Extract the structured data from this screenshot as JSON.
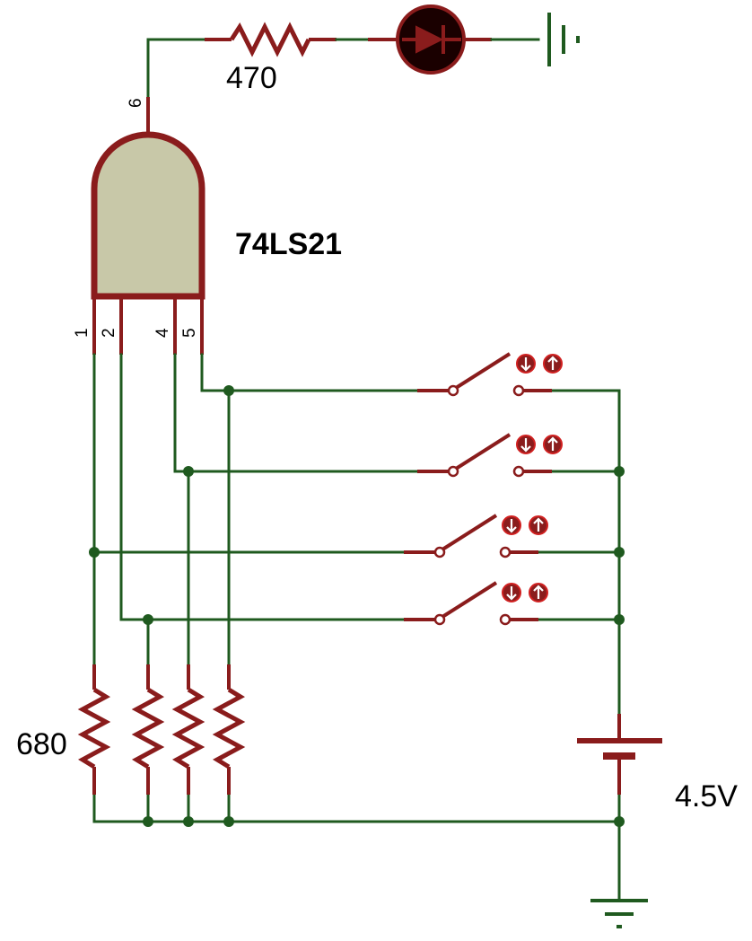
{
  "gate": {
    "part": "74LS21",
    "inputs": [
      "1",
      "2",
      "4",
      "5"
    ],
    "output": "6"
  },
  "led_resistor": {
    "value": "470"
  },
  "pulldown_resistor": {
    "value": "680"
  },
  "battery": {
    "value": "4.5V"
  },
  "colors": {
    "wire": "#1f5a1f",
    "component": "#8a1c1c",
    "gate_fill": "#c8c8a8",
    "led_body": "#1a0000"
  },
  "icons": [
    "resistor-icon",
    "led-icon",
    "and-gate-icon",
    "switch-icon",
    "battery-icon",
    "ground-icon"
  ]
}
